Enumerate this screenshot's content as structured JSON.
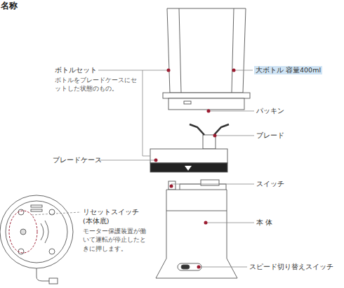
{
  "diagram": {
    "title": "名称",
    "labels": [
      "ボトルセット",
      "ボトルをブレードケースにセットした状態のもの。",
      "大ボトル 容量400ml",
      "パッキン",
      "ブレード",
      "ブレードケース",
      "スイッチ",
      "本 体",
      "リセットスイッチ",
      "(本体底)",
      "モーター保護装置が働いて運転が停止したときに押します。",
      "スピード切り替えスイッチ"
    ]
  }
}
